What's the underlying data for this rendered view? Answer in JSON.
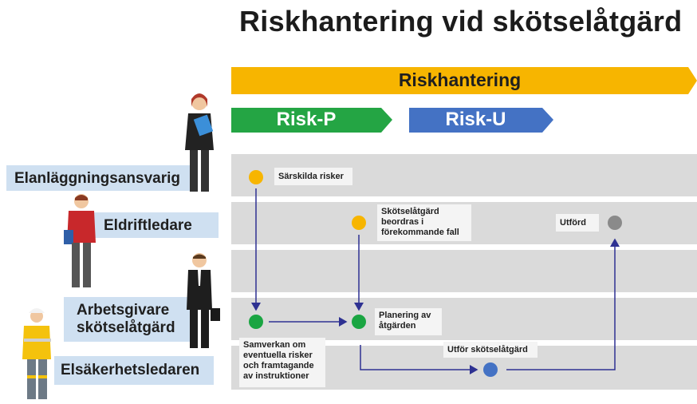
{
  "title": "Riskhantering vid skötselåtgärd",
  "banners": {
    "main": "Riskhantering",
    "risk_p": "Risk-P",
    "risk_u": "Risk-U"
  },
  "colors": {
    "banner_main": "#f7b500",
    "risk_p": "#24a544",
    "risk_u": "#4472c4",
    "lane": "#dadada",
    "role_box": "#cfe0f1",
    "arrow": "#2e3192",
    "yellow_node": "#f7b500",
    "green_node": "#1aa542",
    "blue_node": "#4472c4",
    "grey_node": "#8a8a8a"
  },
  "roles": [
    {
      "label": "Elanläggningsansvarig"
    },
    {
      "label": "Eldriftledare"
    },
    {
      "label": "Arbetsgivare skötselåtgärd"
    },
    {
      "label": "Elsäkerhetsledaren"
    }
  ],
  "steps": {
    "sarskilda": "Särskilda risker",
    "beordras": "Skötselåtgärd beordras i förekommande fall",
    "utford": "Utförd",
    "planering": "Planering av åtgärden",
    "samverkan": "Samverkan om eventuella risker och framtagande av instruktioner",
    "utfor": "Utför skötselåtgärd"
  }
}
